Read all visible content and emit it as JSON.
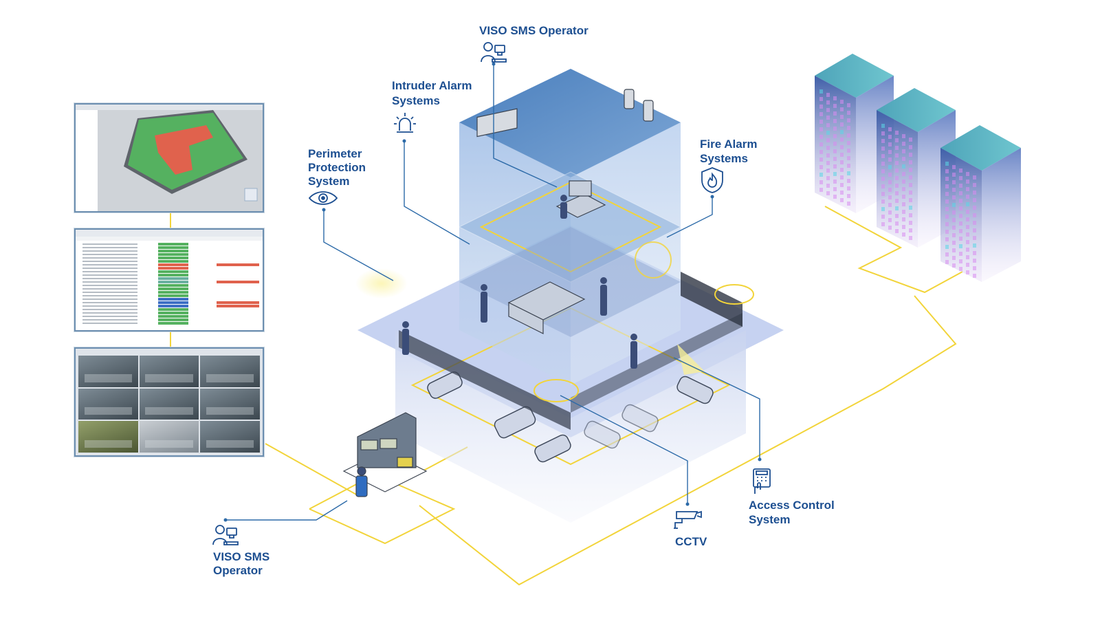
{
  "labels": {
    "operator_top": [
      "VISO SMS Operator"
    ],
    "intruder": [
      "Intruder Alarm",
      "Systems"
    ],
    "perimeter": [
      "Perimeter",
      "Protection",
      "System"
    ],
    "fire": [
      "Fire Alarm",
      "Systems"
    ],
    "operator_bottom": [
      "VISO SMS",
      "Operator"
    ],
    "cctv": [
      "CCTV"
    ],
    "access": [
      "Access Control",
      "System"
    ]
  },
  "colors": {
    "label": "#1d4f91",
    "connector_blue": "#2c6aa8",
    "connector_yellow": "#f2d43a",
    "building_top": "#5d8fc6",
    "building_glass": "#a9c3e3",
    "ground_plate": "#b8c6ea",
    "green_floor": "#55b160",
    "alarm_red": "#e0624d",
    "tower_purple": "#7e6cc7"
  },
  "icons": [
    "operator-icon",
    "siren-icon",
    "eye-icon",
    "fire-shield-icon",
    "operator-icon",
    "cctv-camera-icon",
    "access-keypad-icon"
  ],
  "panels": [
    "floor-plan-screen",
    "alarm-list-screen",
    "camera-grid-screen"
  ]
}
